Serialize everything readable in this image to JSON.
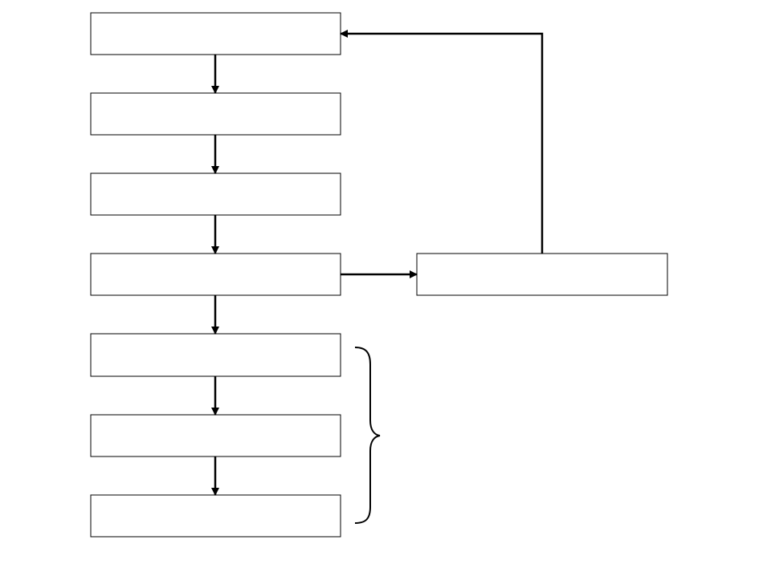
{
  "diagram": {
    "type": "flowchart",
    "line_color": "#000000",
    "box_fill": "#ffffff",
    "box_border": "#000000",
    "nodes": [
      {
        "id": "step-1",
        "label": ""
      },
      {
        "id": "step-2",
        "label": ""
      },
      {
        "id": "step-3",
        "label": ""
      },
      {
        "id": "step-4",
        "label": ""
      },
      {
        "id": "step-5",
        "label": ""
      },
      {
        "id": "step-6",
        "label": ""
      },
      {
        "id": "step-7",
        "label": ""
      },
      {
        "id": "side-step",
        "label": ""
      }
    ],
    "edges": [
      {
        "from": "step-1",
        "to": "step-2"
      },
      {
        "from": "step-2",
        "to": "step-3"
      },
      {
        "from": "step-3",
        "to": "step-4"
      },
      {
        "from": "step-4",
        "to": "side-step"
      },
      {
        "from": "side-step",
        "to": "step-1"
      },
      {
        "from": "step-4",
        "to": "step-5"
      },
      {
        "from": "step-5",
        "to": "step-6"
      },
      {
        "from": "step-6",
        "to": "step-7"
      }
    ],
    "groups": [
      {
        "id": "lower-group",
        "members": [
          "step-5",
          "step-6",
          "step-7"
        ],
        "label": ""
      }
    ]
  }
}
